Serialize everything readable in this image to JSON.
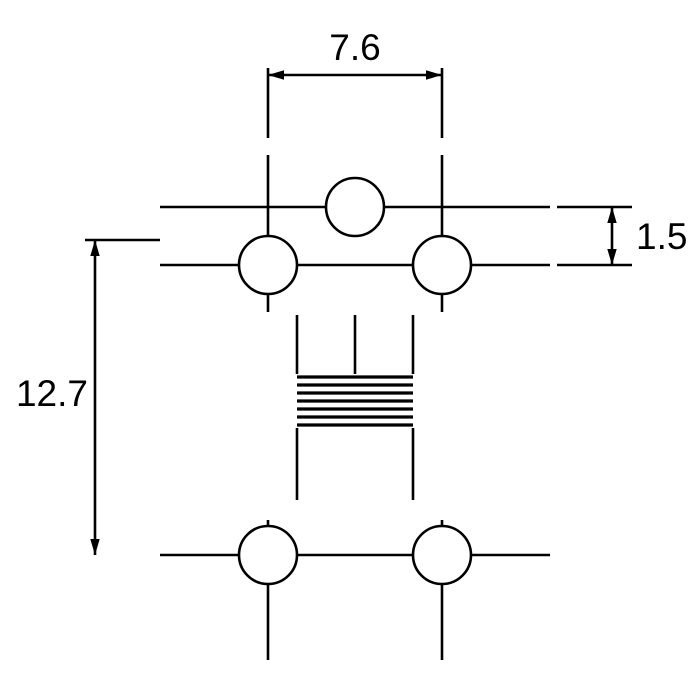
{
  "page": {
    "background": "#ffffff",
    "ink": "#000000"
  },
  "diagram": {
    "kind": "technical dimension drawing (component footprint / land pattern)",
    "dimensions": {
      "top_width": "7.6",
      "right_pitch": "1.5",
      "left_height": "12.7"
    }
  }
}
